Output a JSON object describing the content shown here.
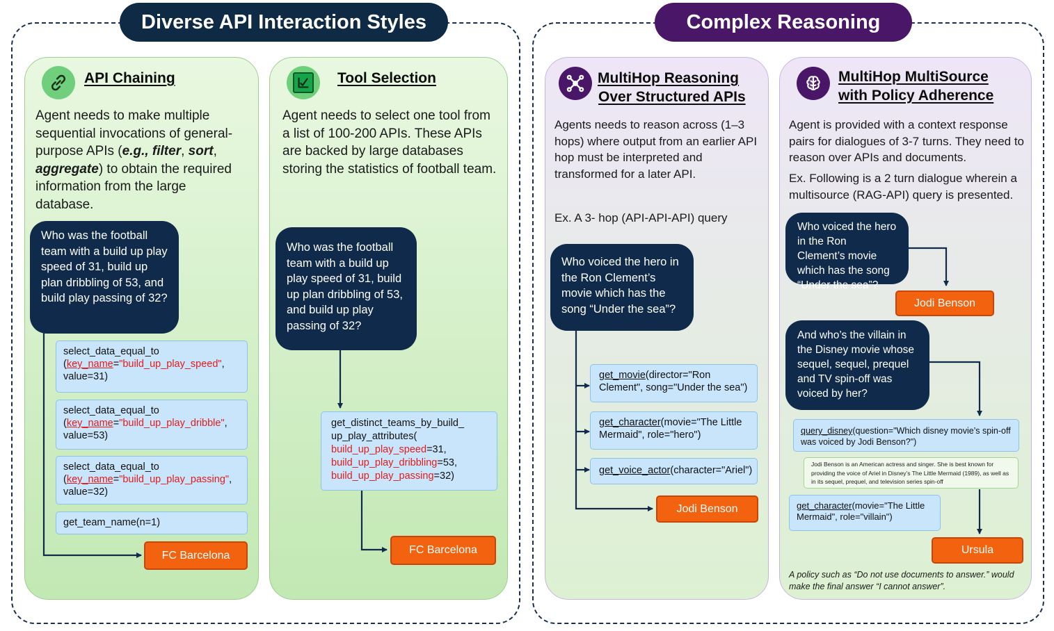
{
  "sections": {
    "left_title": "Diverse API Interaction Styles",
    "right_title": "Complex Reasoning"
  },
  "colors": {
    "navy": "#0f2a44",
    "purple": "#4a1668",
    "answer_orange": "#f2620f",
    "api_blue": "#c9e5fb",
    "panel_green": "#c2e8b3",
    "param_red": "#e41b1b"
  },
  "panels": {
    "chaining": {
      "icon": "link-icon",
      "title": "API Chaining",
      "desc_a": "Agent needs to make multiple sequential invocations of general-purpose APIs (",
      "desc_eg": "e.g.,",
      "desc_filter": "filter",
      "desc_sort": "sort",
      "desc_aggregate": "aggregate",
      "desc_b": ") to obtain the required information from the large database.",
      "question": "Who was the football team with a build up play speed of 31, build up plan dribbling of 53, and build play passing of 32?",
      "calls": [
        {
          "fn": "select_data_equal_to",
          "key_label": "key_name",
          "key_value": "\"build_up_play_speed\"",
          "value": "value=31)"
        },
        {
          "fn": "select_data_equal_to",
          "key_label": "key_name",
          "key_value": "\"build_up_play_dribble\"",
          "value": "value=53)"
        },
        {
          "fn": "select_data_equal_to",
          "key_label": "key_name",
          "key_value": "\"build_up_play_passing\"",
          "value": "value=32)"
        }
      ],
      "final_call": "get_team_name(n=1)",
      "answer": "FC Barcelona"
    },
    "selection": {
      "icon": "checkbox-icon",
      "title": "Tool Selection",
      "desc": "Agent needs to select one tool from a list of 100-200 APIs. These APIs are backed by large databases storing the statistics of football team.",
      "question": "Who was the football team with a build up play speed of 31, build up plan dribbling of 53, and build up play passing of 32?",
      "call_fn_1": "get_distinct_teams_by_build_",
      "call_fn_2": "up_play_attributes(",
      "params": [
        {
          "name": "build_up_play_speed",
          "value": "=31,"
        },
        {
          "name": "build_up_play_dribbling",
          "value": "=53,"
        },
        {
          "name": "build_up_play_passing",
          "value": "=32)"
        }
      ],
      "answer": "FC Barcelona"
    },
    "multihop": {
      "icon": "network-icon",
      "title_1": "MultiHop Reasoning",
      "title_2": "Over Structured APIs",
      "desc": "Agents needs to reason across (1–3 hops) where output from an earlier API hop must be interpreted and transformed for a later API.",
      "example": "Ex. A 3- hop (API-API-API) query",
      "question": "Who voiced the hero in the Ron Clement’s movie which has the song “Under the sea”?",
      "calls": [
        {
          "fn": "get_movie",
          "args": "(director=\"Ron Clement\", song=\"Under the sea\")"
        },
        {
          "fn": "get_character",
          "args": "(movie=\"The Little Mermaid\", role=\"hero\")"
        },
        {
          "fn": "get_voice_actor",
          "args": "(character=\"Ariel\")"
        }
      ],
      "answer": "Jodi Benson"
    },
    "multisource": {
      "icon": "brain-icon",
      "title_1": "MultiHop MultiSource",
      "title_2": "with Policy Adherence",
      "desc": "Agent is provided with a context response pairs for dialogues of 3-7 turns. They need to reason over APIs and documents.",
      "example": "Ex. Following is a 2 turn dialogue wherein a multisource (RAG-API) query is presented.",
      "question_1": "Who voiced the hero in the Ron Clement’s movie which has the song “Under the sea”?",
      "answer_1": "Jodi Benson",
      "question_2": "And who’s the villain in the Disney movie whose sequel, sequel, prequel and TV spin-off was voiced by her?",
      "query_fn": "query_disney",
      "query_args": "(question=\"Which disney movie’s spin-off was voiced by Jodi Benson?\")",
      "document": "Jodi Benson is an American actress and singer. She is best known for providing the voice of Ariel in Disney’s The Little Mermaid (1989), as well as in its sequel, prequel, and television series spin-off",
      "call_fn": "get_character",
      "call_args": "(movie=\"The Little Mermaid\", role=\"villain\")",
      "answer_2": "Ursula",
      "policy": "A policy such as “Do not use documents to answer.” would make the final answer “I cannot answer”."
    }
  }
}
